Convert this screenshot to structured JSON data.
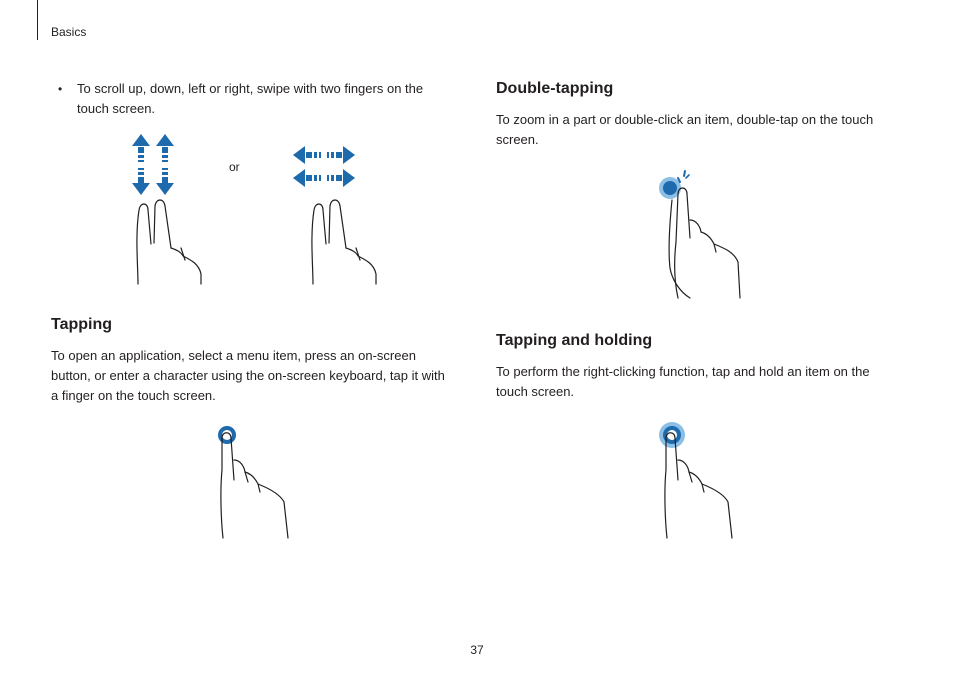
{
  "header": {
    "section": "Basics"
  },
  "scroll": {
    "bullet": "•",
    "text": "To scroll up, down, left or right, swipe with two fingers on the touch screen.",
    "or": "or"
  },
  "tapping": {
    "title": "Tapping",
    "body": "To open an application, select a menu item, press an on-screen button, or enter a character using the on-screen keyboard, tap it with a finger on the touch screen."
  },
  "double_tapping": {
    "title": "Double-tapping",
    "body": "To zoom in a part or double-click an item, double-tap on the touch screen."
  },
  "tap_hold": {
    "title": "Tapping and holding",
    "body": "To perform the right-clicking function, tap and hold an item on the touch screen."
  },
  "footer": {
    "page": "37"
  },
  "colors": {
    "accent": "#1d6aad",
    "accent_light": "#8cbfe6",
    "ink": "#231f20"
  }
}
